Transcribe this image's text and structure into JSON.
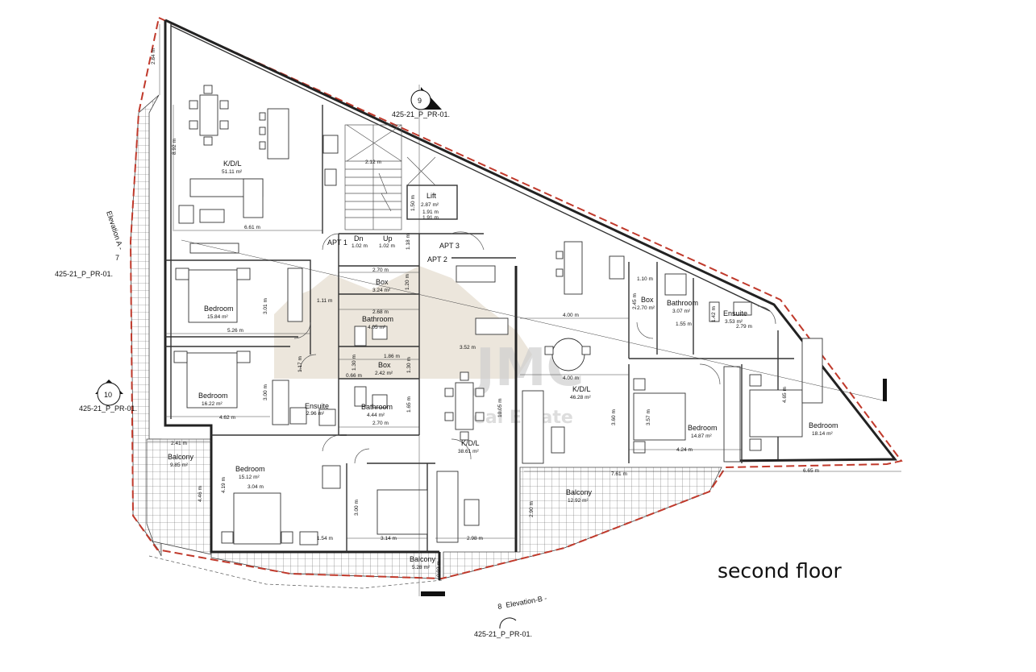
{
  "title": "second floor",
  "watermark": {
    "main": "JMC",
    "sub": "Real Estate"
  },
  "section_refs": [
    {
      "number": "9",
      "code": "425-21_P_PR-01."
    },
    {
      "number": "10",
      "code": "425-21_P_PR-01."
    },
    {
      "number": "7",
      "label": "Elevation A -",
      "code": "425-21_P_PR-01."
    },
    {
      "number": "8",
      "label": "Elevation-B -",
      "code": "425-21_P_PR-01."
    }
  ],
  "apartment_labels": [
    "APT 1",
    "APT 2",
    "APT 3"
  ],
  "stairs": {
    "down": "Dn",
    "up": "Up"
  },
  "rooms": {
    "kdl_1": {
      "name": "K/D/L",
      "area": "51.11 m²"
    },
    "lift": {
      "name": "Lift",
      "area": "2.87 m²"
    },
    "bedroom_1": {
      "name": "Bedroom",
      "area": "15.84 m²"
    },
    "box_1": {
      "name": "Box",
      "area": "3.24 m²"
    },
    "bathroom_1": {
      "name": "Bathroom",
      "area": "4.05 m²"
    },
    "box_2": {
      "name": "Box",
      "area": "2.42 m²"
    },
    "bedroom_2": {
      "name": "Bedroom",
      "area": "16.22 m²"
    },
    "ensuite_1": {
      "name": "Ensuite",
      "area": "2.96 m²"
    },
    "bathroom_2": {
      "name": "Bathroom",
      "area": "4.44 m²"
    },
    "balcony_1": {
      "name": "Balcony",
      "area": "9.85 m²"
    },
    "bedroom_3": {
      "name": "Bedroom",
      "area": "15.12 m²"
    },
    "kdl_2": {
      "name": "K/D/L",
      "area": "38.61 m²"
    },
    "balcony_2": {
      "name": "Balcony",
      "area": "5.28 m²"
    },
    "kdl_3": {
      "name": "K/D/L",
      "area": "46.28 m²"
    },
    "box_3": {
      "name": "Box",
      "area": "2.70 m²"
    },
    "bathroom_3": {
      "name": "Bathroom",
      "area": "3.07 m²"
    },
    "ensuite_2": {
      "name": "Ensuite",
      "area": "3.53 m²"
    },
    "bedroom_4": {
      "name": "Bedroom",
      "area": "14.87 m²"
    },
    "bedroom_5": {
      "name": "Bedroom",
      "area": "18.14 m²"
    },
    "balcony_3": {
      "name": "Balcony",
      "area": "12.92 m²"
    }
  },
  "dimensions": {
    "d_284": "2.84 m",
    "d_892": "8.92 m",
    "d_212": "2.12 m",
    "d_661": "6.61 m",
    "d_102a": "1.02 m",
    "d_102b": "1.02 m",
    "d_191a": "1.91 m",
    "d_191b": "1.91 m",
    "d_150": "1.50 m",
    "d_118": "1.18 m",
    "d_270a": "2.70 m",
    "d_120": "1.20 m",
    "d_111": "1.11 m",
    "d_301": "3.01 m",
    "d_268": "2.68 m",
    "d_526": "5.26 m",
    "d_186": "1.86 m",
    "d_352": "3.52 m",
    "d_117": "1.17 m",
    "d_130a": "1.30 m",
    "d_066": "0.66 m",
    "d_130b": "1.30 m",
    "d_300a": "3.00 m",
    "d_270b": "2.70 m",
    "d_165": "1.65 m",
    "d_462": "4.62 m",
    "d_1005": "10.05 m",
    "d_241": "2.41 m",
    "d_446": "4.46 m",
    "d_304": "3.04 m",
    "d_419": "4.19 m",
    "d_154": "1.54 m",
    "d_300b": "3.00 m",
    "d_314": "3.14 m",
    "d_298": "2.98 m",
    "d_290": "2.90 m",
    "d_093": "0.93 m",
    "d_400a": "4.00 m",
    "d_400b": "4.00 m",
    "d_110": "1.10 m",
    "d_245": "2.45 m",
    "d_155": "1.55 m",
    "d_142": "1.42 m",
    "d_279": "2.79 m",
    "d_360": "3.60 m",
    "d_357": "3.57 m",
    "d_424": "4.24 m",
    "d_465": "4.65 m",
    "d_761": "7.61 m",
    "d_665": "6.65 m"
  }
}
